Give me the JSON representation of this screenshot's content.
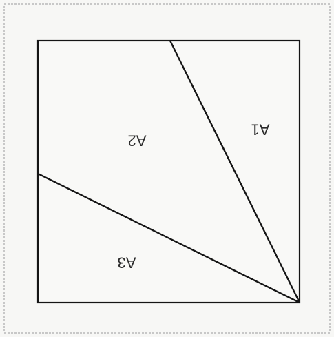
{
  "diagram": {
    "orientation": "upside-down",
    "colors": {
      "background": "#f7f7f5",
      "frame_border": "#9a9a9a",
      "square": "#151515",
      "lines": "#151515",
      "labels": "#2a2a2a"
    },
    "regions": [
      {
        "id": "A1",
        "label": "A1"
      },
      {
        "id": "A2",
        "label": "A2"
      },
      {
        "id": "A3",
        "label": "A3"
      }
    ]
  }
}
